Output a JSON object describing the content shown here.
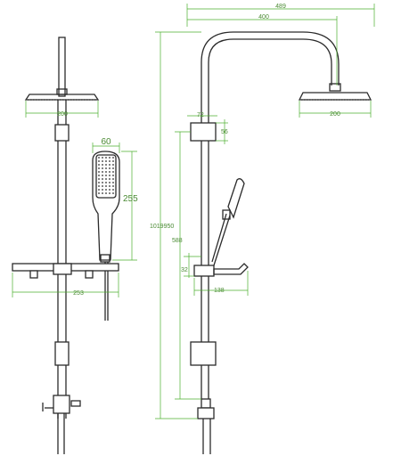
{
  "colors": {
    "outline": "#2b2b2b",
    "dimension": "#4caf2f",
    "label": "#4a8a33",
    "background": "#ffffff"
  },
  "front_view": {
    "head_width": "200",
    "handshower_width": "60",
    "handshower_height": "255",
    "shelf_width": "253"
  },
  "side_view": {
    "overall_width": "489",
    "arm_reach": "400",
    "head_width": "200",
    "bracket_offset": "72",
    "bracket_height": "56",
    "total_height": "1019950",
    "rail_length": "588",
    "shelf_drop": "32",
    "shelf_depth": "138"
  }
}
